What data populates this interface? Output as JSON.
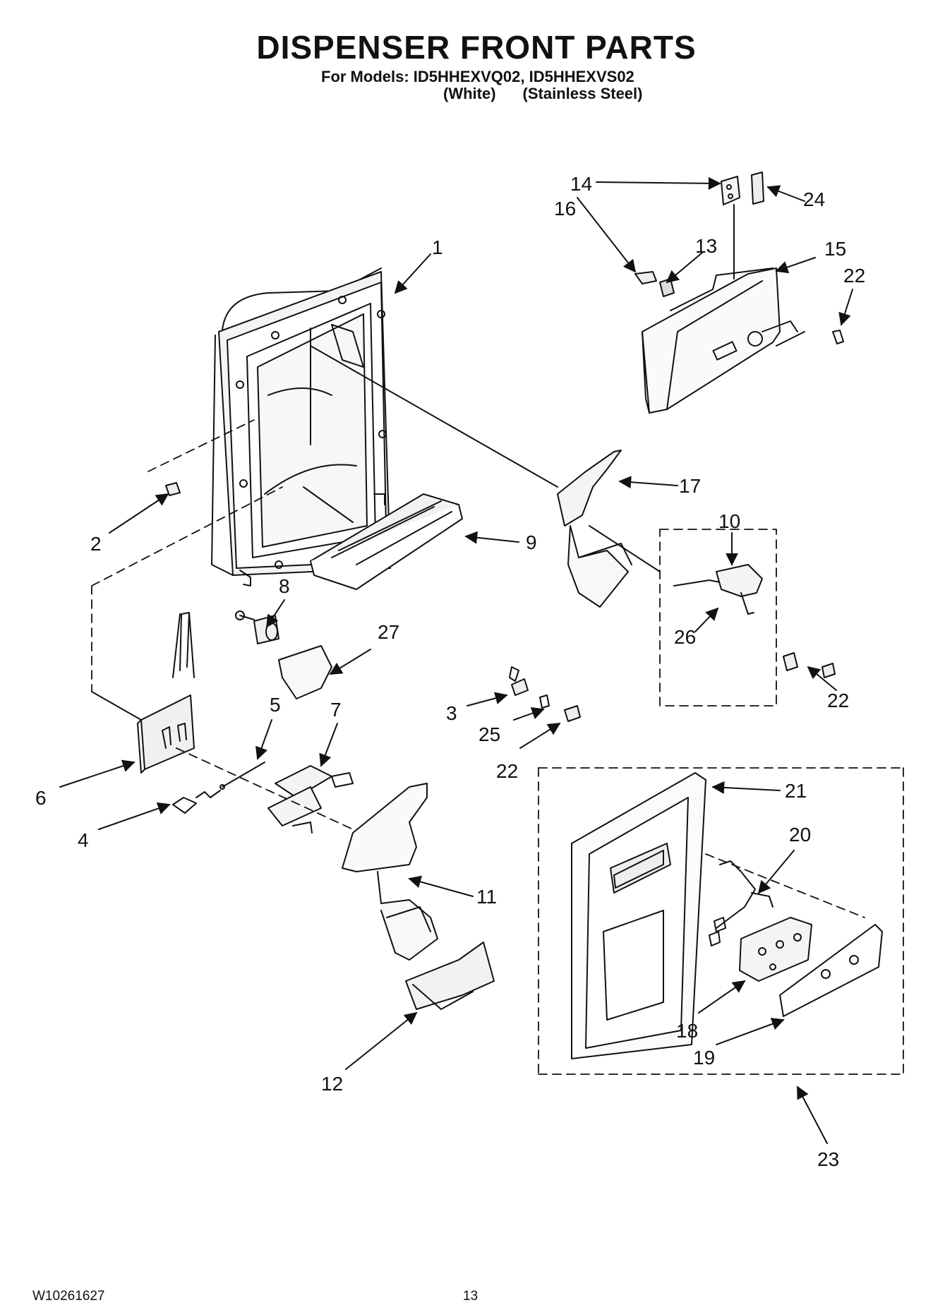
{
  "header": {
    "title": "DISPENSER FRONT PARTS",
    "models_line": "For Models: ID5HHEXVQ02, ID5HHEXVS02",
    "variant_white": "(White)",
    "variant_stainless": "(Stainless Steel)"
  },
  "callouts": [
    {
      "id": "c1",
      "label": "1"
    },
    {
      "id": "c2",
      "label": "2"
    },
    {
      "id": "c3",
      "label": "3"
    },
    {
      "id": "c4",
      "label": "4"
    },
    {
      "id": "c5",
      "label": "5"
    },
    {
      "id": "c6",
      "label": "6"
    },
    {
      "id": "c7",
      "label": "7"
    },
    {
      "id": "c8",
      "label": "8"
    },
    {
      "id": "c9",
      "label": "9"
    },
    {
      "id": "c10",
      "label": "10"
    },
    {
      "id": "c11",
      "label": "11"
    },
    {
      "id": "c12",
      "label": "12"
    },
    {
      "id": "c13",
      "label": "13"
    },
    {
      "id": "c14",
      "label": "14"
    },
    {
      "id": "c15",
      "label": "15"
    },
    {
      "id": "c16",
      "label": "16"
    },
    {
      "id": "c17",
      "label": "17"
    },
    {
      "id": "c18",
      "label": "18"
    },
    {
      "id": "c19",
      "label": "19"
    },
    {
      "id": "c20",
      "label": "20"
    },
    {
      "id": "c21",
      "label": "21"
    },
    {
      "id": "c22a",
      "label": "22"
    },
    {
      "id": "c22b",
      "label": "22"
    },
    {
      "id": "c22c",
      "label": "22"
    },
    {
      "id": "c23",
      "label": "23"
    },
    {
      "id": "c24",
      "label": "24"
    },
    {
      "id": "c25",
      "label": "25"
    },
    {
      "id": "c26",
      "label": "26"
    },
    {
      "id": "c27",
      "label": "27"
    }
  ],
  "footer": {
    "doc_number": "W10261627",
    "page_number": "13"
  },
  "colors": {
    "line": "#111111",
    "background": "#ffffff"
  }
}
